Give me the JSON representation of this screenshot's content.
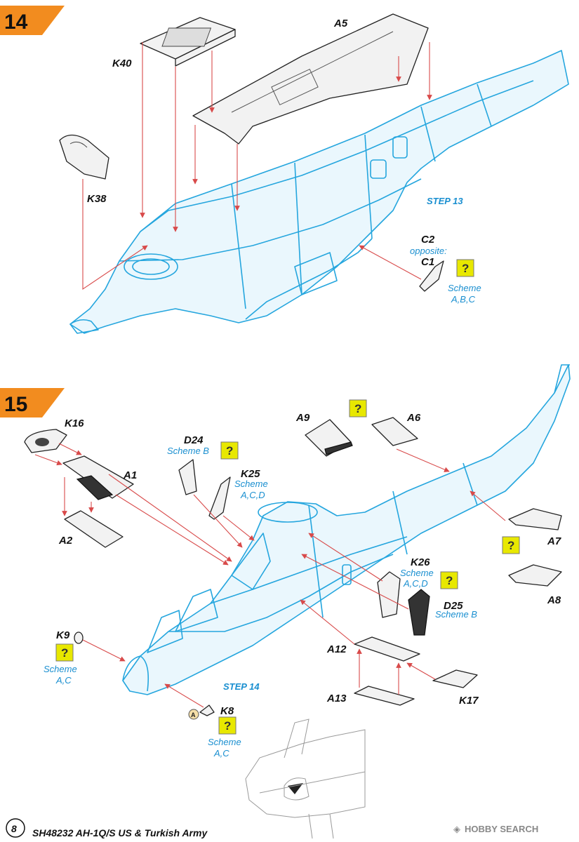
{
  "step14": {
    "number": "14",
    "labels": {
      "a5": "A5",
      "k40": "K40",
      "k38": "K38",
      "c2": "C2",
      "opposite": "opposite:",
      "c1": "C1",
      "step_ref": "STEP 13"
    },
    "c1_scheme": [
      "Scheme",
      "A,B,C"
    ]
  },
  "step15": {
    "number": "15",
    "labels": {
      "k16": "K16",
      "a1": "A1",
      "a2": "A2",
      "d24": "D24",
      "k25": "K25",
      "a9": "A9",
      "a6": "A6",
      "a7": "A7",
      "a8": "A8",
      "k26": "K26",
      "d25": "D25",
      "k9": "K9",
      "a12": "A12",
      "a13": "A13",
      "k17": "K17",
      "k8": "K8",
      "step_ref": "STEP 14"
    },
    "schemes": {
      "d24": "Scheme B",
      "k25": [
        "Scheme",
        "A,C,D"
      ],
      "k26": [
        "Scheme",
        "A,C,D"
      ],
      "d25": "Scheme B",
      "k9": [
        "Scheme",
        "A,C"
      ],
      "k8": [
        "Scheme",
        "A,C"
      ]
    },
    "inset_badge": "A"
  },
  "question_mark": "?",
  "footer": {
    "page_number": "8",
    "title": "SH48232 AH-1Q/S US & Turkish Army"
  },
  "watermark": "HOBBY SEARCH",
  "colors": {
    "step_badge": "#f28c1f",
    "blueprint": "#25a6de",
    "scheme_text": "#1a8fd0",
    "arrow": "#d84a4a",
    "question_box": "#e8e800"
  }
}
